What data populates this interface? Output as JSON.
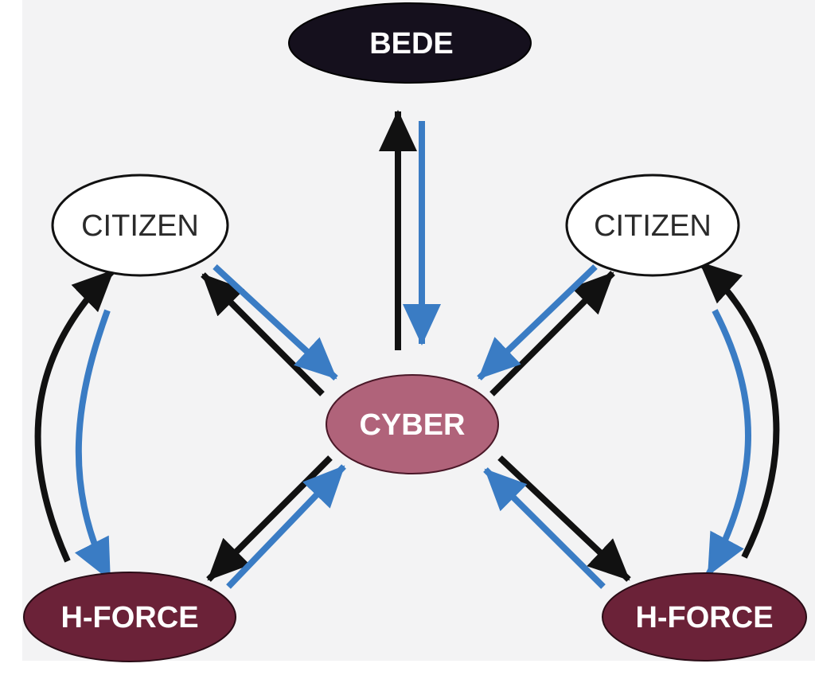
{
  "colors": {
    "background": "#f3f3f4",
    "arrow_black": "#111111",
    "arrow_blue": "#3a7cc4",
    "bede_fill": "#15101d",
    "cyber_fill": "#b0637a",
    "hforce_fill": "#6b2238",
    "citizen_fill": "#ffffff",
    "label_light": "#ffffff",
    "label_dark": "#2a2a2a"
  },
  "nodes": {
    "bede": {
      "label": "BEDE"
    },
    "citizen_left": {
      "label": "CITIZEN"
    },
    "citizen_right": {
      "label": "CITIZEN"
    },
    "cyber": {
      "label": "CYBER"
    },
    "hforce_left": {
      "label": "H-FORCE"
    },
    "hforce_right": {
      "label": "H-FORCE"
    }
  }
}
